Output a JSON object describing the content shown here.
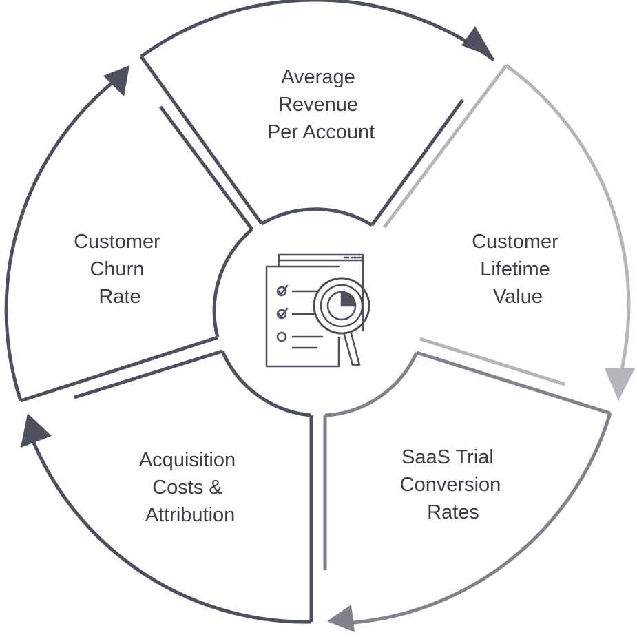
{
  "segments": [
    {
      "id": "arpa",
      "lines": [
        "Average",
        "Revenue",
        "Per Account"
      ]
    },
    {
      "id": "clv",
      "lines": [
        "Customer",
        "Lifetime",
        "Value"
      ]
    },
    {
      "id": "trial",
      "lines": [
        "SaaS Trial",
        "Conversion",
        "Rates"
      ]
    },
    {
      "id": "acquisition",
      "lines": [
        "Acquisition",
        "Costs &",
        "Attribution"
      ]
    },
    {
      "id": "churn",
      "lines": [
        "Customer",
        "Churn",
        "Rate"
      ]
    }
  ],
  "center_icon": "report-analytics-icon",
  "colors": {
    "dark": "#4d515d",
    "mid": "#80838c",
    "light": "#b4b6bc",
    "text": "#3a3d4a"
  }
}
